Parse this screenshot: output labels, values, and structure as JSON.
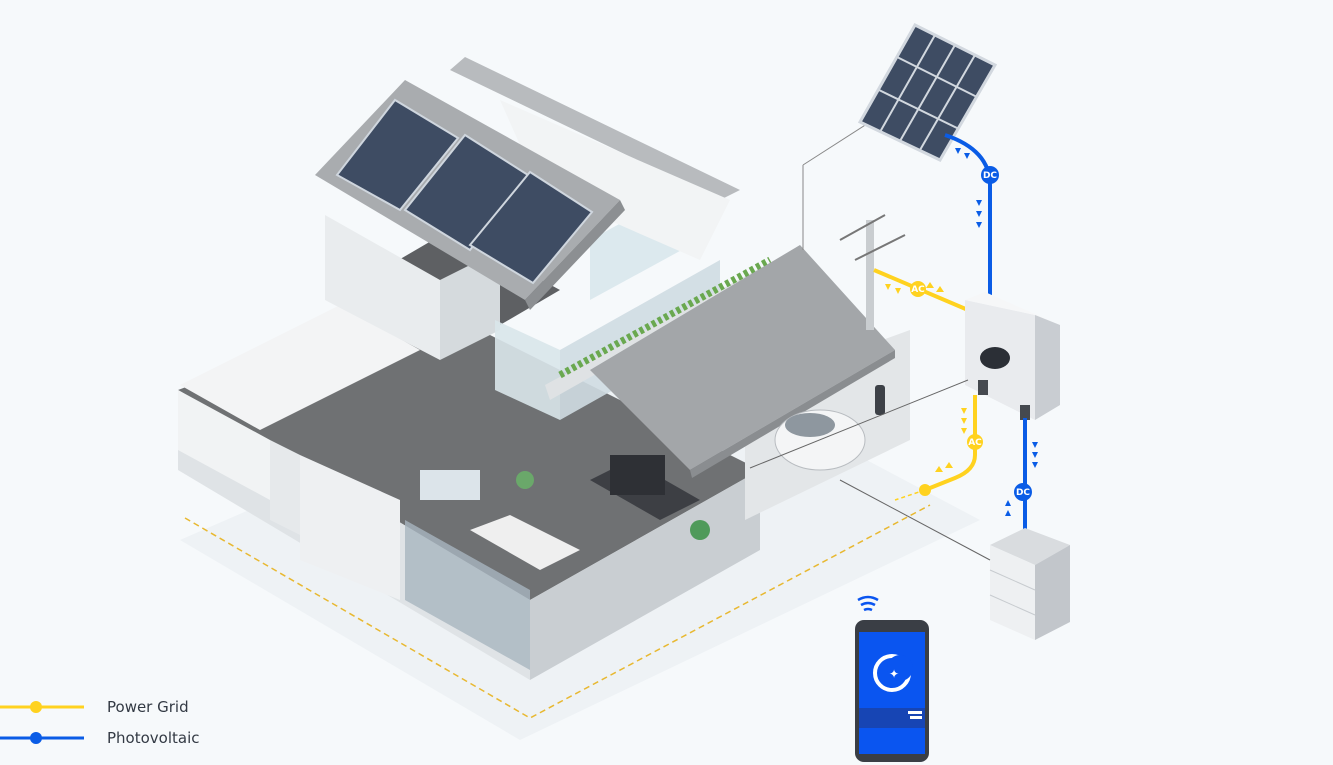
{
  "legend": {
    "items": [
      {
        "label": "Power Grid",
        "color": "#ffd21f"
      },
      {
        "label": "Photovoltaic",
        "color": "#0a5ce6"
      }
    ]
  },
  "connections": {
    "pv_to_inverter": "DC",
    "grid_to_inverter": "AC",
    "inverter_to_house": "AC",
    "inverter_to_battery": "DC"
  },
  "colors": {
    "background": "#f6f9fb",
    "grid_line": "#ffd21f",
    "pv_line": "#0a5ce6",
    "roof": "#a9acaf",
    "floor": "#6f7173",
    "panel": "#3e4c63",
    "phone_screen": "#0a55f0"
  }
}
